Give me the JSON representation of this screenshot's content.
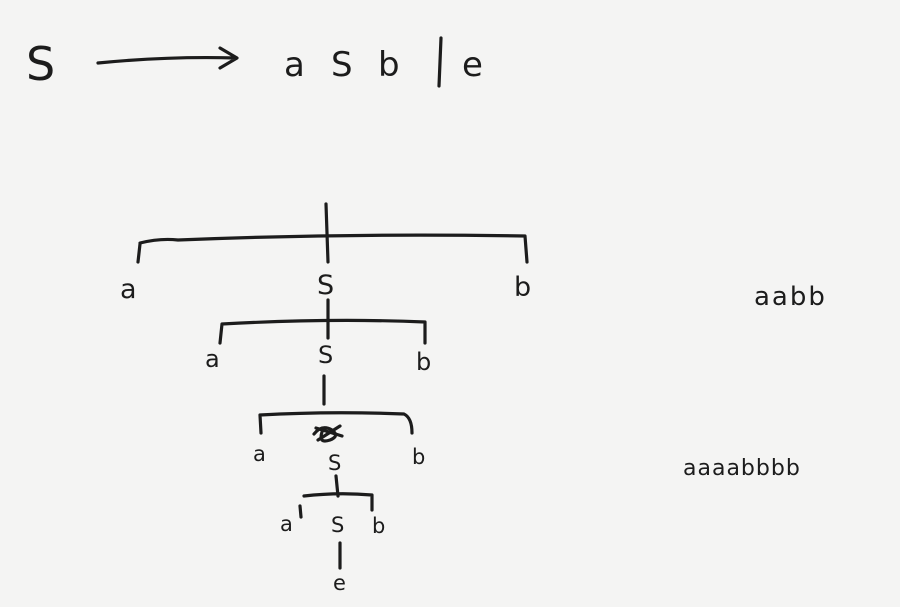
{
  "grammar": {
    "lhs": "S",
    "rhs_a": "a",
    "rhs_S": "S",
    "rhs_b": "b",
    "alt": "e"
  },
  "tree": {
    "level1": {
      "left": "a",
      "mid": "S",
      "right": "b"
    },
    "level2": {
      "left": "a",
      "mid": "S",
      "right": "b"
    },
    "level3": {
      "left": "a",
      "mid": "S",
      "right": "b"
    },
    "level4": {
      "left": "a",
      "mid": "S",
      "right": "b"
    },
    "leaf": "e"
  },
  "examples": [
    "aabb",
    "aaaabbbb"
  ]
}
